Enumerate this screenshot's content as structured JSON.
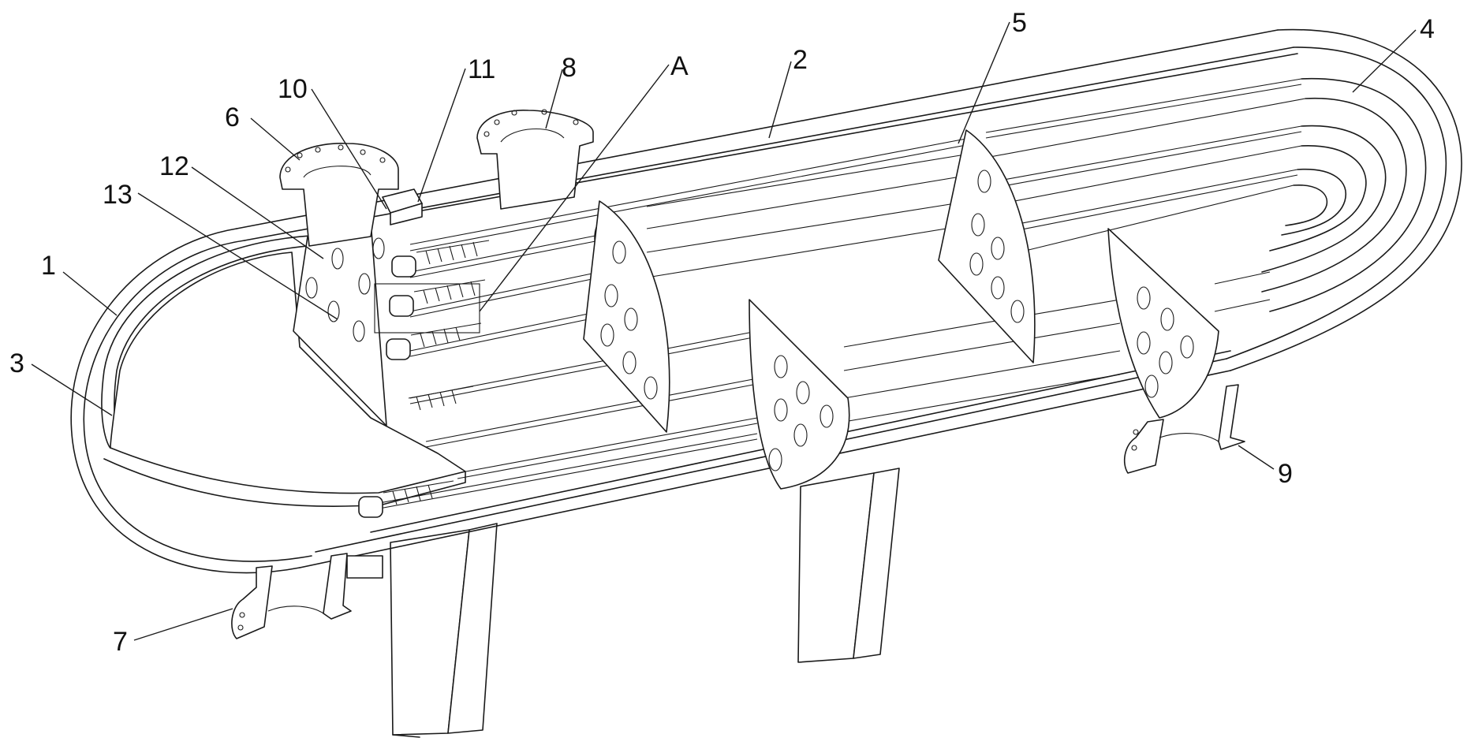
{
  "figure": {
    "title": "U-tube shell-and-tube heat exchanger, isometric cutaway view",
    "colors": {
      "line": "#1a1a1a",
      "background": "#ffffff"
    }
  },
  "callouts": [
    {
      "id": "1",
      "text": "1",
      "part": "head shell (front cap)"
    },
    {
      "id": "2",
      "text": "2",
      "part": "main shell"
    },
    {
      "id": "3",
      "text": "3",
      "part": "head chamber partition"
    },
    {
      "id": "4",
      "text": "4",
      "part": "U-shaped heat exchange tubes"
    },
    {
      "id": "5",
      "text": "5",
      "part": "baffle plate"
    },
    {
      "id": "6",
      "text": "6",
      "part": "tube-side inlet nozzle"
    },
    {
      "id": "7",
      "text": "7",
      "part": "tube-side outlet nozzle"
    },
    {
      "id": "8",
      "text": "8",
      "part": "shell-side inlet nozzle"
    },
    {
      "id": "9",
      "text": "9",
      "part": "shell-side outlet nozzle"
    },
    {
      "id": "10",
      "text": "10",
      "part": "drive mechanism"
    },
    {
      "id": "11",
      "text": "11",
      "part": "mounting seat"
    },
    {
      "id": "12",
      "text": "12",
      "part": "tube sheet"
    },
    {
      "id": "13",
      "text": "13",
      "part": "tube hole"
    },
    {
      "id": "A",
      "text": "A",
      "part": "detail view A (scraper/spiral cleaning assembly)"
    }
  ]
}
